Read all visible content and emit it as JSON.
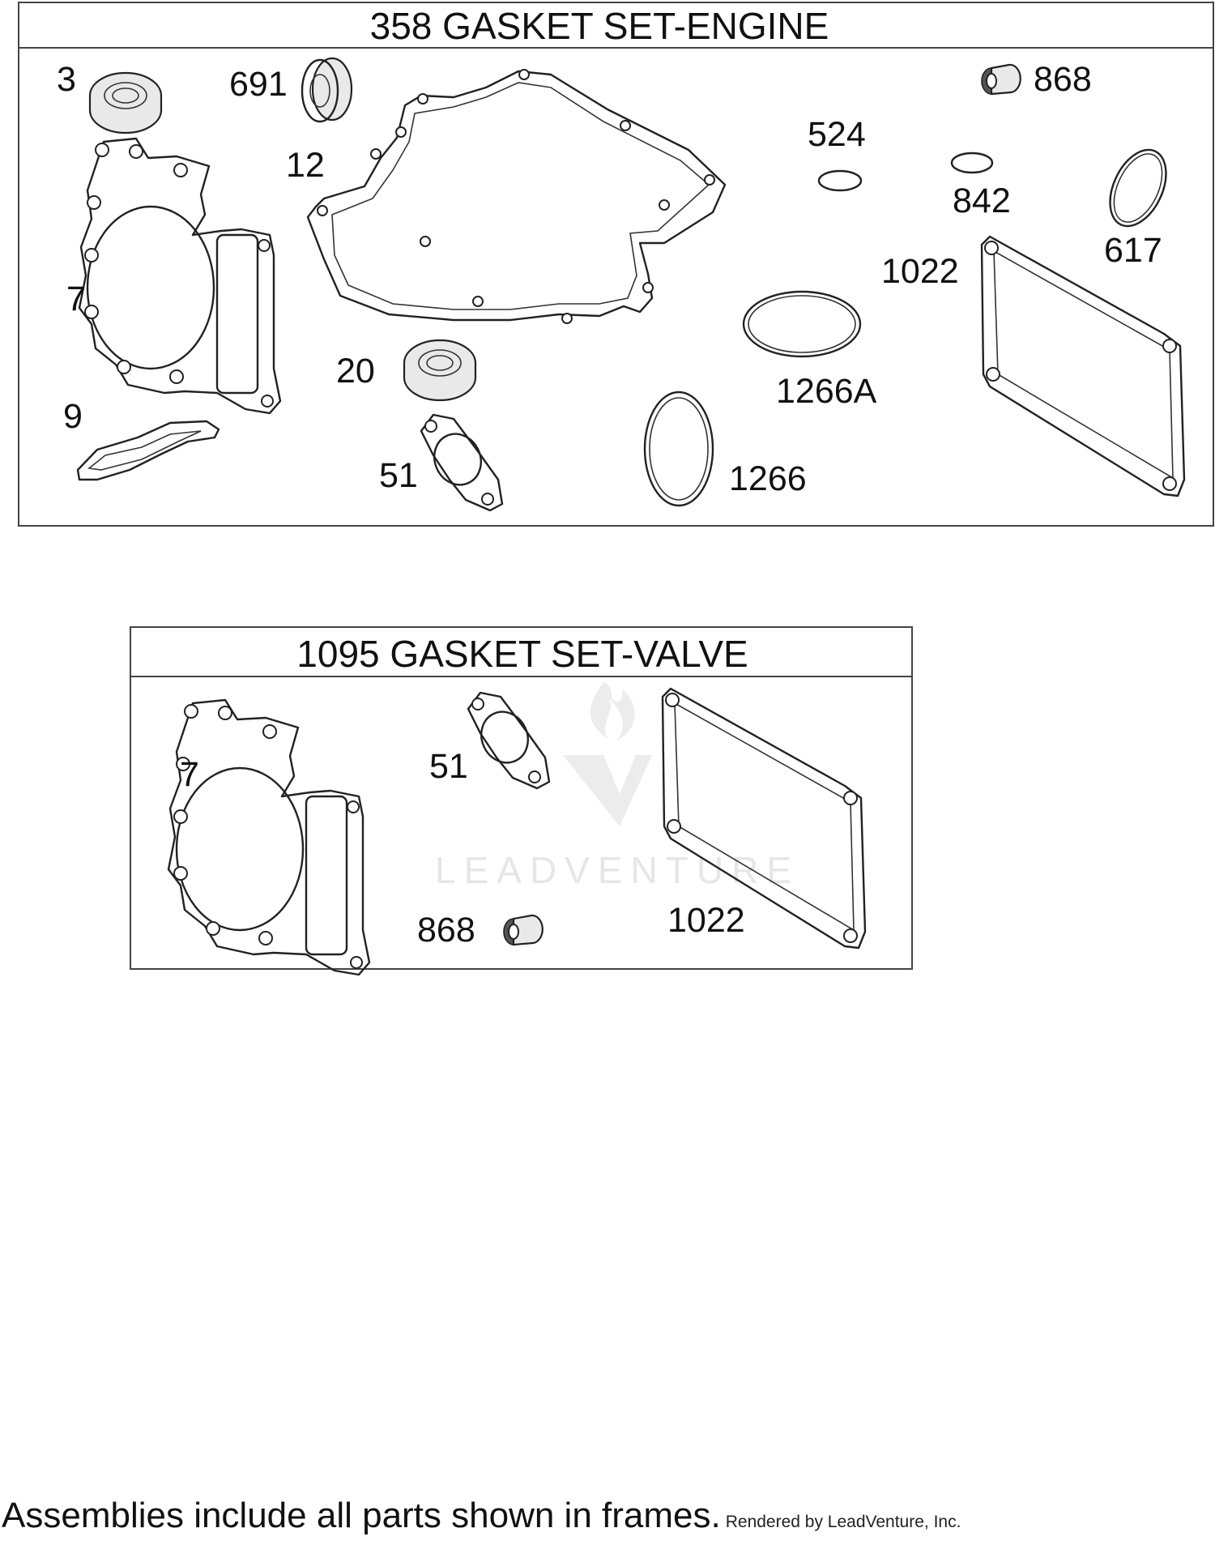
{
  "sets": [
    {
      "title": "358 GASKET SET-ENGINE",
      "callouts": [
        "3",
        "691",
        "868",
        "12",
        "524",
        "842",
        "617",
        "7",
        "1022",
        "20",
        "1266A",
        "9",
        "51",
        "1266"
      ]
    },
    {
      "title": "1095 GASKET SET-VALVE",
      "callouts": [
        "7",
        "51",
        "868",
        "1022"
      ]
    }
  ],
  "watermark": {
    "text": "LEADVENTURE"
  },
  "footer": {
    "note": "Assemblies include all parts shown in frames.",
    "rendered_by": "Rendered by LeadVenture, Inc."
  }
}
